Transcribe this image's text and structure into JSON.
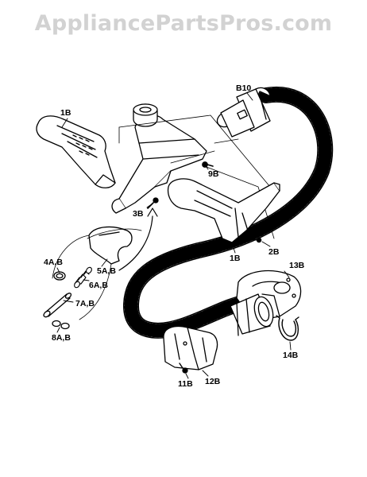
{
  "site": {
    "watermark": "AppliancePartsPros.com"
  },
  "diagram": {
    "stroke_color": "#000000",
    "background": "#ffffff",
    "parts": [
      {
        "id": "1B-handle",
        "label": "1B"
      },
      {
        "id": "B10",
        "label": "B10"
      },
      {
        "id": "9B",
        "label": "9B"
      },
      {
        "id": "3B",
        "label": "3B"
      },
      {
        "id": "1B-lower",
        "label": "1B"
      },
      {
        "id": "2B",
        "label": "2B"
      },
      {
        "id": "4AB",
        "label": "4A,B"
      },
      {
        "id": "5AB",
        "label": "5A,B"
      },
      {
        "id": "6AB",
        "label": "6A,B"
      },
      {
        "id": "7AB",
        "label": "7A,B"
      },
      {
        "id": "8AB",
        "label": "8A,B"
      },
      {
        "id": "13B",
        "label": "13B"
      },
      {
        "id": "14B",
        "label": "14B"
      },
      {
        "id": "11B",
        "label": "11B"
      },
      {
        "id": "12B",
        "label": "12B"
      }
    ]
  }
}
